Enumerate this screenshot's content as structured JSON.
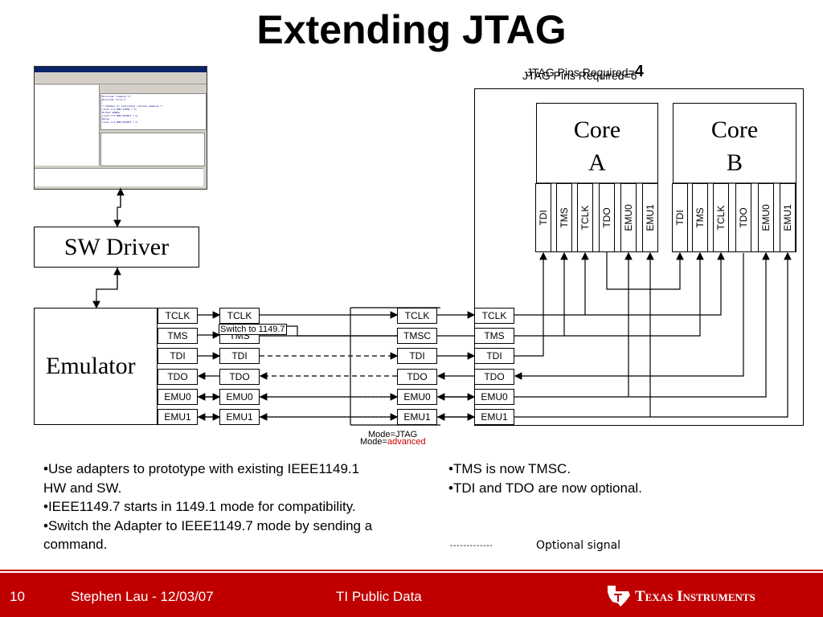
{
  "title": "Extending JTAG",
  "pins_required": {
    "label_a": "JTAG Pins Required=",
    "value_a": "4",
    "label_b": "JTAG Pins Required=6"
  },
  "screenshot_window": {
    "title": "CCStudio - Code Composer Studio",
    "code_lines": [
      "#include \"chapter.h\"",
      "#include \"file.h\"",
      "",
      "/* Number of individual vibrate samples */",
      "const int NUM_ITEMS = 5;",
      "#ifdef DEBUG",
      "const int NUM_OUTPUT = 5;",
      "#else",
      "const int NUM_OUTPUT = 3;"
    ]
  },
  "blocks": {
    "sw_driver": "SW Driver",
    "emulator": "Emulator",
    "core_a": [
      "Core",
      "A"
    ],
    "core_b": [
      "Core",
      "B"
    ]
  },
  "columns": {
    "col1": [
      "TCLK",
      "TMS",
      "TDI",
      "TDO",
      "EMU0",
      "EMU1"
    ],
    "col2": [
      "TCLK",
      "TMS",
      "TDI",
      "TDO",
      "EMU0",
      "EMU1"
    ],
    "col3": [
      "TCLK",
      "TMSC",
      "TDI",
      "TDO",
      "EMU0",
      "EMU1"
    ],
    "col4": [
      "TCLK",
      "TMS",
      "TDI",
      "TDO",
      "EMU0",
      "EMU1"
    ]
  },
  "core_a_pins": [
    "TDI",
    "TMS",
    "TCLK",
    "TDO",
    "EMU0",
    "EMU1"
  ],
  "core_b_pins": [
    "TDI",
    "TMS",
    "TCLK",
    "TDO",
    "EMU0",
    "EMU1"
  ],
  "switch_label": "Switch to 1149.7",
  "mode": {
    "line1": "Mode=JTAG",
    "line2_prefix": "Mode=",
    "line2_value": "advanced",
    "advanced_color": "#cc0000"
  },
  "bullets_left": [
    "•Use adapters to prototype with existing IEEE1149.1",
    "HW and SW.",
    "•IEEE1149.7 starts in 1149.1 mode for compatibility.",
    "•Switch the Adapter to IEEE1149.7  mode by sending a",
    "command."
  ],
  "bullets_right": [
    "•TMS is now TMSC.",
    "•TDI and TDO are now optional."
  ],
  "legend": {
    "dashes": "- - - - - - - - - - - - -",
    "label": "Optional signal"
  },
  "footer": {
    "page": "10",
    "author": "Stephen Lau - 12/03/07",
    "classification": "TI Public Data",
    "logo_text": "Texas Instruments",
    "color": "#c00000"
  }
}
